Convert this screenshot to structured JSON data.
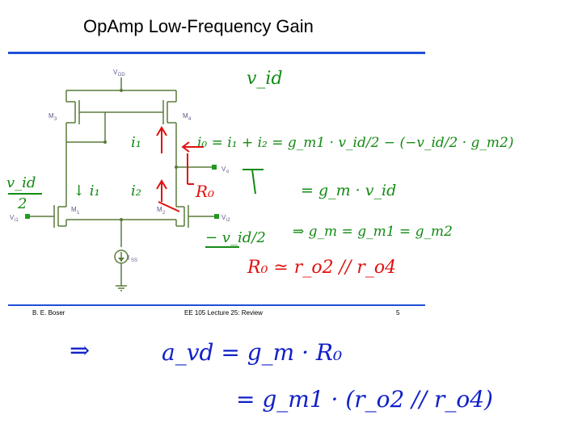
{
  "slide": {
    "title": "OpAmp Low-Frequency Gain",
    "footer_left": "B. E. Boser",
    "footer_center": "EE 105 Lecture 25: Review",
    "footer_right": "5"
  },
  "circuit_labels": {
    "vdd": "V",
    "vdd_sub": "DD",
    "m3": "M",
    "m3_sub": "3",
    "m4": "M",
    "m4_sub": "4",
    "m1": "M",
    "m1_sub": "1",
    "m2": "M",
    "m2_sub": "2",
    "vo": "V",
    "vo_sub": "o",
    "vi1": "V",
    "vi1_sub": "i1",
    "vi2": "V",
    "vi2_sub": "i2",
    "iss": "I",
    "iss_sub": "SS"
  },
  "annotations": {
    "vid_top": "v_id",
    "vid_left_num": "v_id",
    "vid_left_den": "2",
    "i1_left": "↓ i₁",
    "i1": "i₁",
    "i2": "i₂",
    "io_eq": "i₀ = i₁ + i₂  =  g_m1 · v_id/2 − (−v_id/2 · g_m2)",
    "eq2": "= g_m · v_id",
    "eq3": "⇒ g_m = g_m1 = g_m2",
    "neg_vid": "− v_id/2",
    "ro_label": "R₀",
    "ro_eq": "R₀ ≃ r_o2 // r_o4",
    "av_line1_arrow": "⇒",
    "av_line1": "a_vd  =  g_m · R₀",
    "av_line2": "=  g_m1 · (r_o2 // r_o4)"
  },
  "colors": {
    "rule": "#1f4fd8",
    "schematic": "#5a7a3a",
    "green_ink": "#138a13",
    "red_ink": "#e01010",
    "blue_ink": "#1020c8"
  }
}
